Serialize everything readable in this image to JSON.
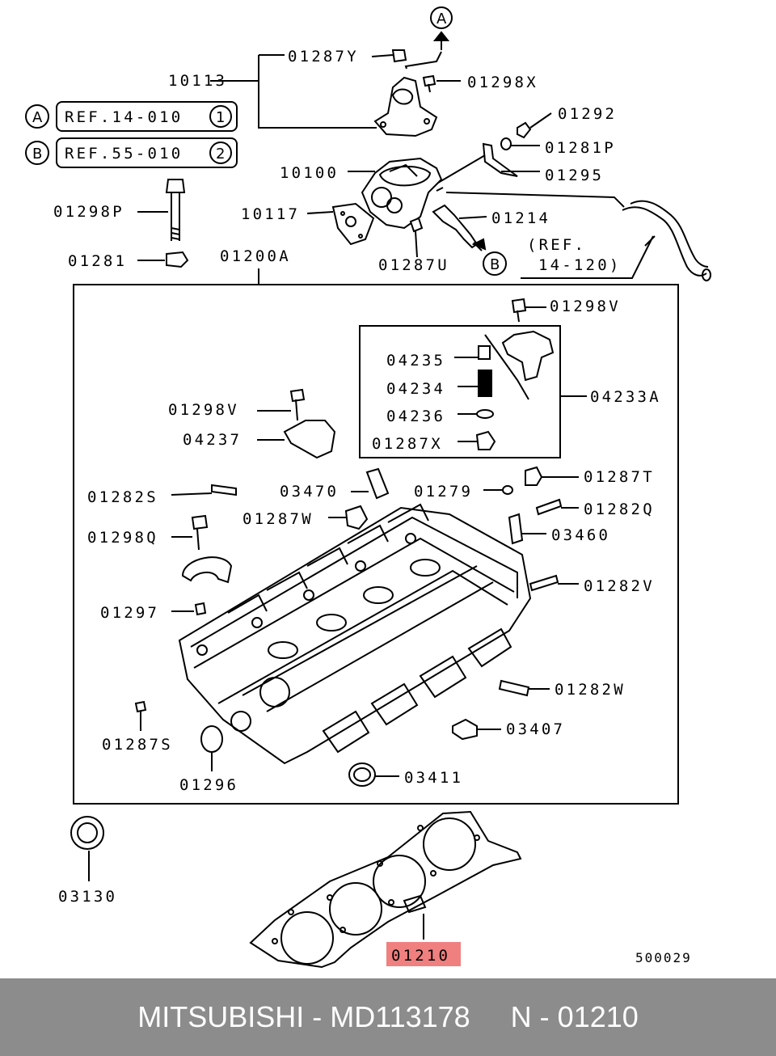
{
  "diagram": {
    "circle_labels": {
      "a": "A",
      "b": "B"
    },
    "refs": {
      "a_text": "REF.14-010",
      "a_num": "1",
      "b_text": "REF.55-010",
      "b_num": "2",
      "ref_line1": "(REF.",
      "ref_line2": "14-120)"
    },
    "parts": {
      "p01287Y": "01287Y",
      "p01298X": "01298X",
      "p10113": "10113",
      "p01292": "01292",
      "p01281P": "01281P",
      "p10100": "10100",
      "p01295": "01295",
      "p01298P": "01298P",
      "p10117": "10117",
      "p01214": "01214",
      "p01281": "01281",
      "p01200A": "01200A",
      "p01287U": "01287U",
      "p01298V_top": "01298V",
      "p04235": "04235",
      "p04234": "04234",
      "p04233A": "04233A",
      "p04236": "04236",
      "p01287X": "01287X",
      "p01298V_mid": "01298V",
      "p04237": "04237",
      "p03470": "03470",
      "p01287T": "01287T",
      "p01282S": "01282S",
      "p01279": "01279",
      "p01287W": "01287W",
      "p01282Q": "01282Q",
      "p01298Q": "01298Q",
      "p03460": "03460",
      "p01282V": "01282V",
      "p01297": "01297",
      "p01282W": "01282W",
      "p03407": "03407",
      "p01287S": "01287S",
      "p01296": "01296",
      "p03411": "03411",
      "p03130": "03130",
      "p01210": "01210"
    },
    "highlight_color": "#f08080",
    "diagram_code": "500029"
  },
  "footer": {
    "text": "MITSUBISHI - MD113178     N - 01210",
    "background": "#8c8c8c"
  }
}
